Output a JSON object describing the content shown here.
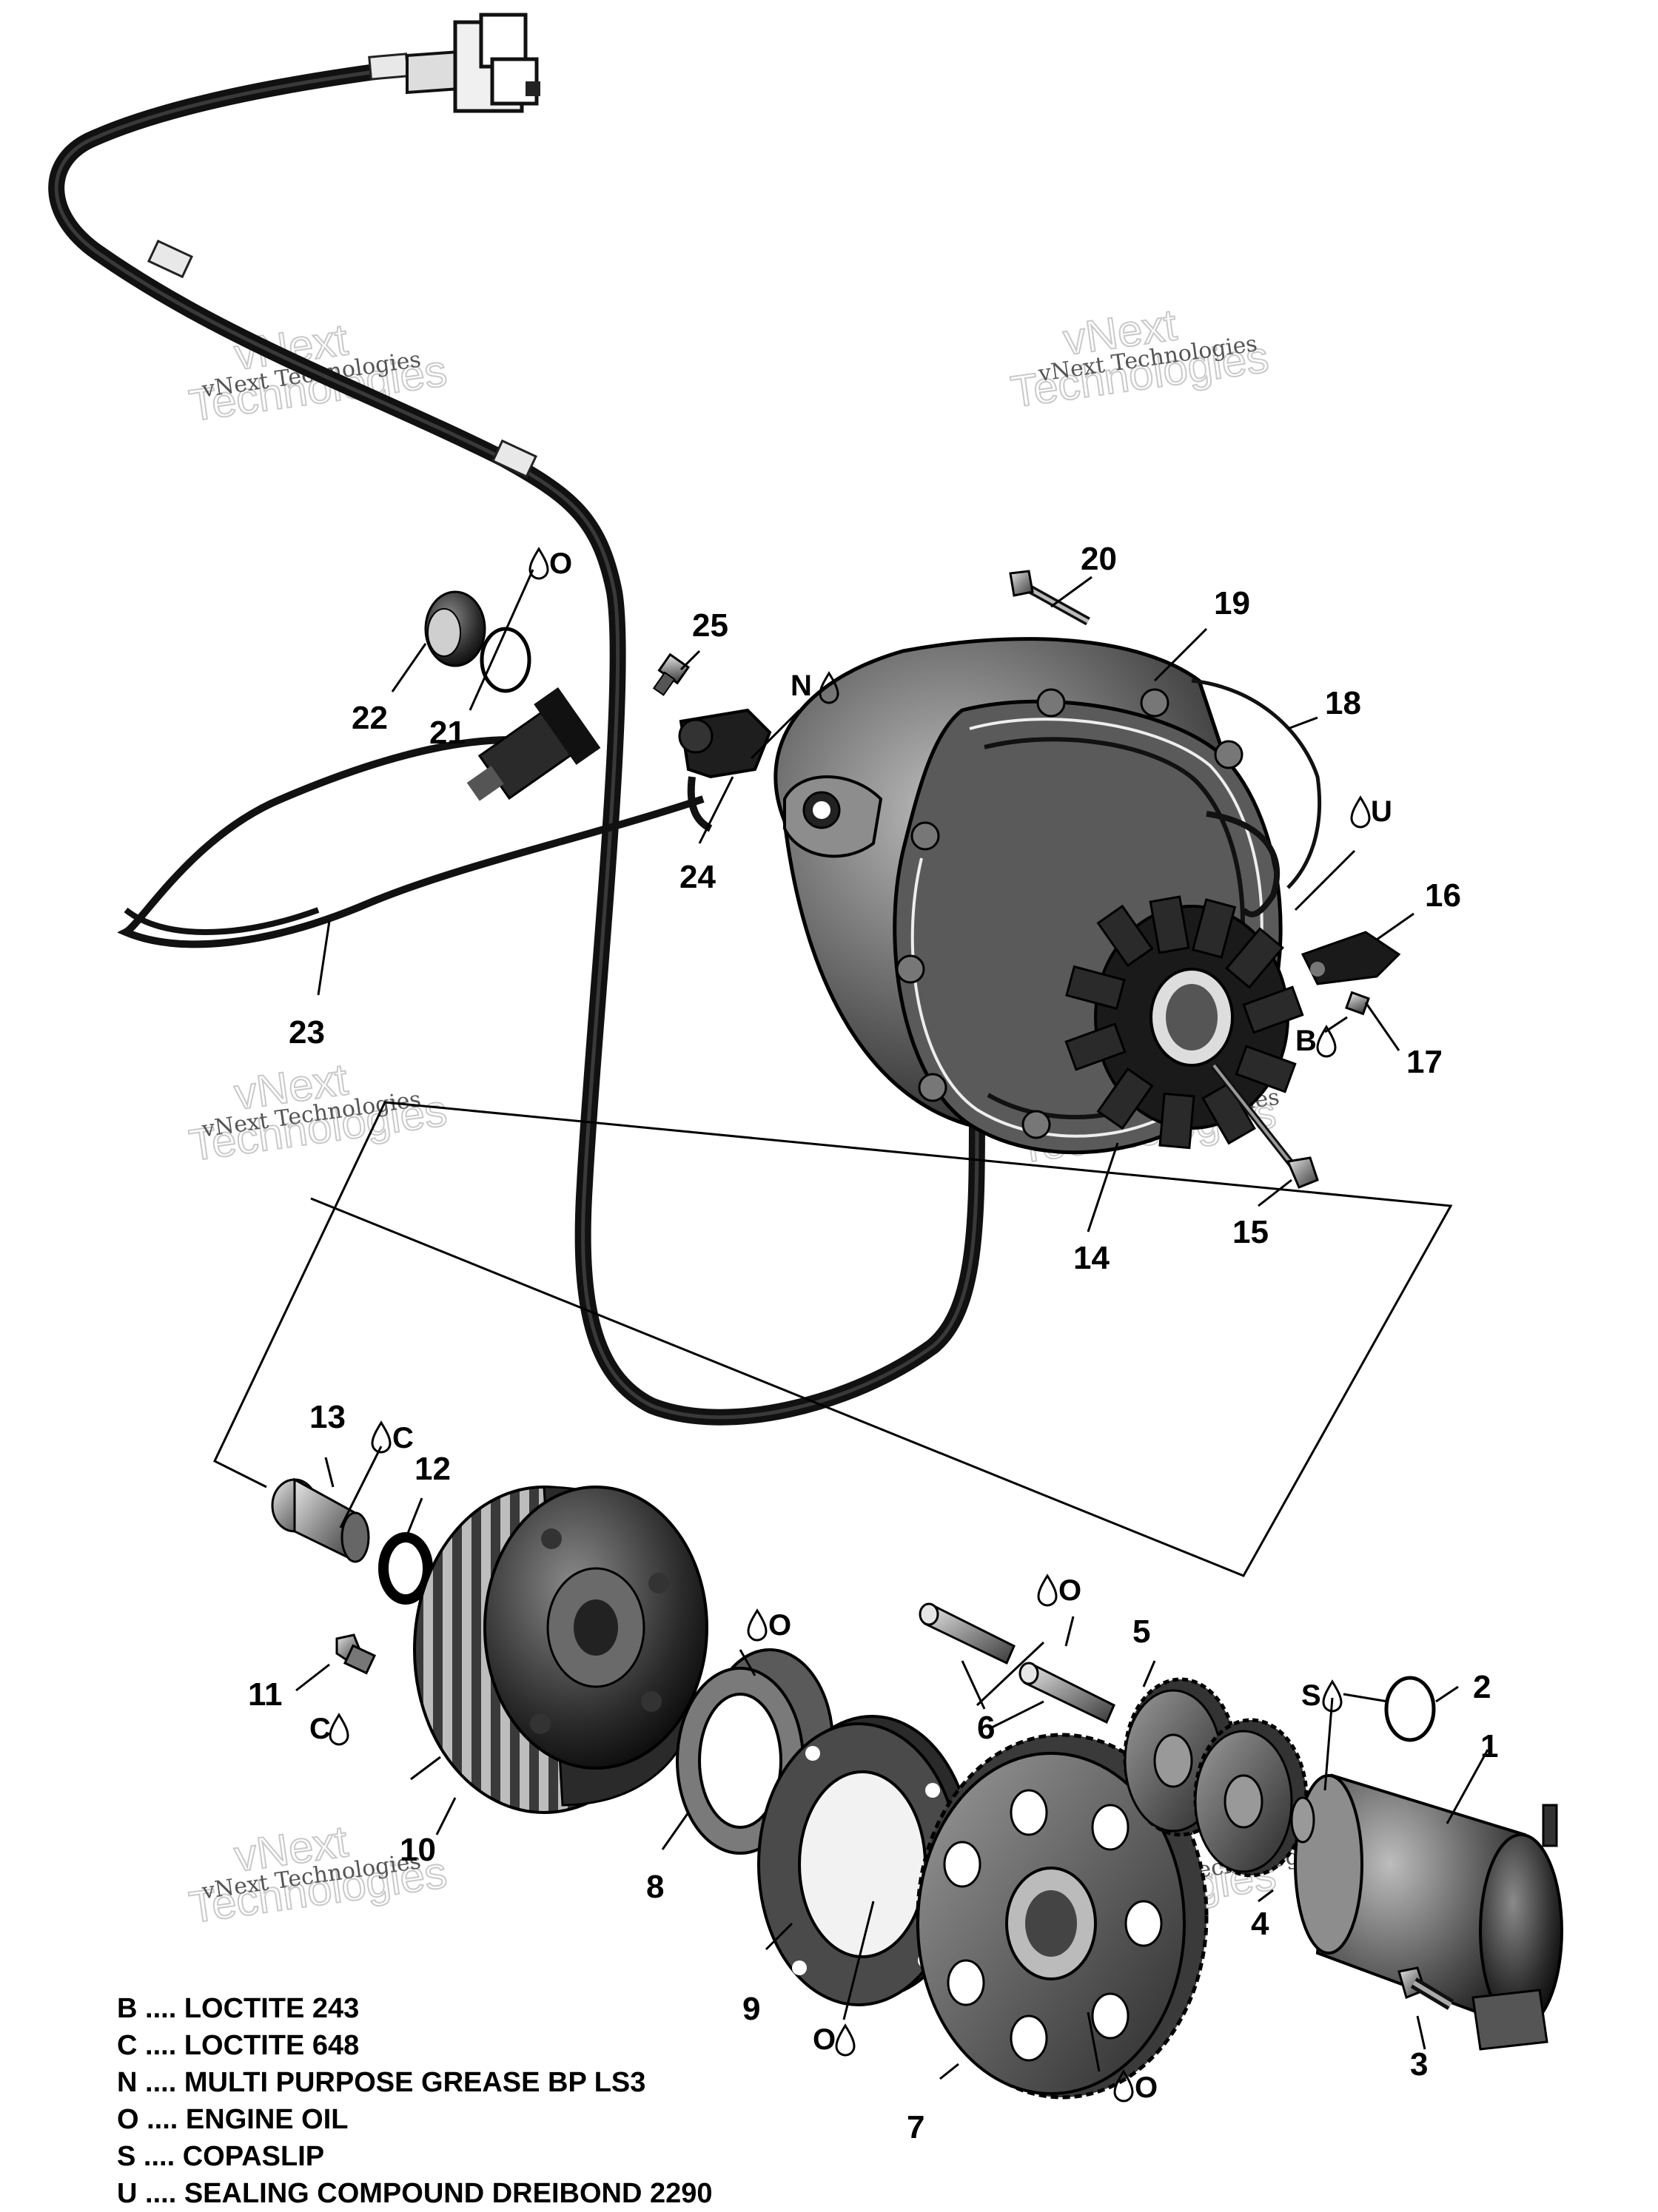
{
  "callouts": {
    "c1": "1",
    "c2": "2",
    "c3": "3",
    "c4": "4",
    "c5": "5",
    "c6": "6",
    "c7": "7",
    "c8": "8",
    "c9": "9",
    "c10": "10",
    "c11": "11",
    "c12": "12",
    "c13": "13",
    "c14": "14",
    "c15": "15",
    "c16": "16",
    "c17": "17",
    "c18": "18",
    "c19": "19",
    "c20": "20",
    "c21": "21",
    "c22": "22",
    "c23": "23",
    "c24": "24",
    "c25": "25"
  },
  "markers": {
    "o_22_21": "O",
    "n_24": "N",
    "u_18": "U",
    "b_17": "B",
    "c_13": "C",
    "c_11": "C",
    "o_8": "O",
    "o_6": "O",
    "s_1": "S",
    "o_9": "O",
    "o_7": "O"
  },
  "watermark": {
    "line1": "vNext Technologies",
    "line2a": "vNext",
    "line2b": "Technologies"
  },
  "legend": [
    {
      "code": "B",
      "sep": "....",
      "desc": "LOCTITE 243"
    },
    {
      "code": "C",
      "sep": "....",
      "desc": "LOCTITE 648"
    },
    {
      "code": "N",
      "sep": "....",
      "desc": "MULTI PURPOSE GREASE BP LS3"
    },
    {
      "code": "O",
      "sep": "....",
      "desc": "ENGINE OIL"
    },
    {
      "code": "S",
      "sep": "....",
      "desc": "COPASLIP"
    },
    {
      "code": "U",
      "sep": "....",
      "desc": "SEALING COMPOUND DREIBOND 2290"
    }
  ]
}
